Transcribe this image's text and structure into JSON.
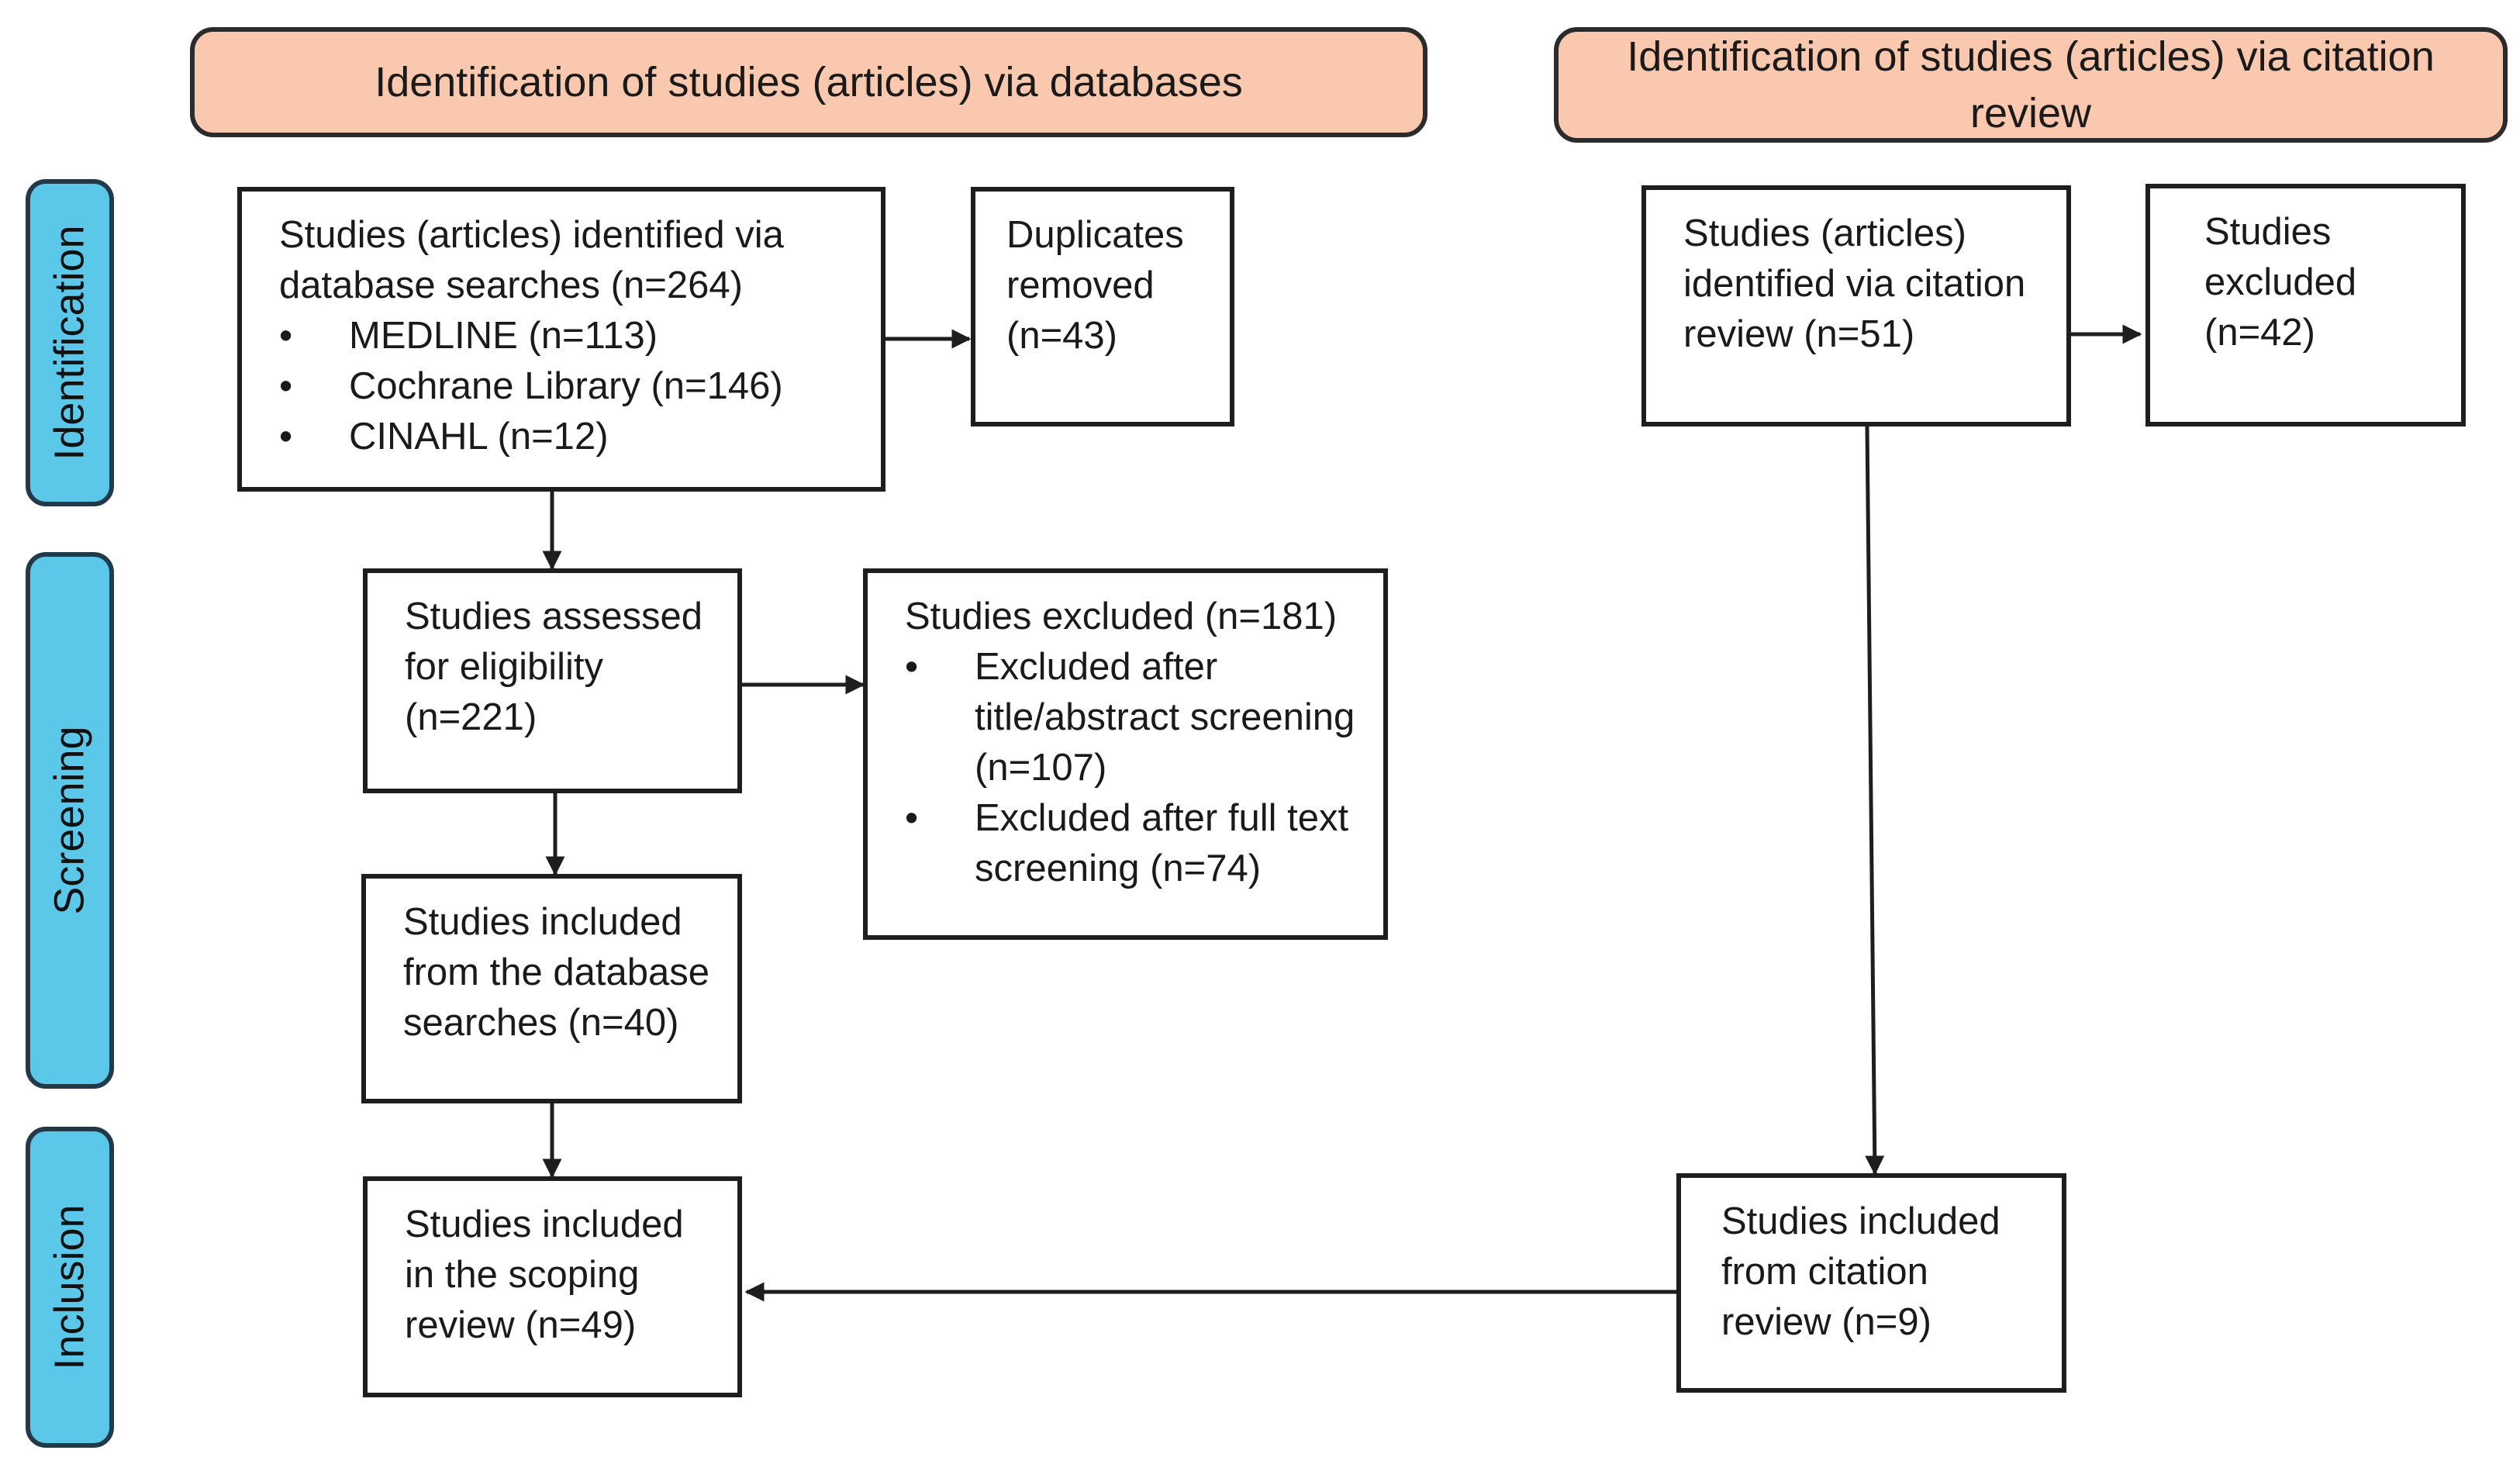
{
  "headers": {
    "databases": "Identification of studies (articles) via databases",
    "citation": "Identification of studies (articles) via citation review"
  },
  "stages": {
    "identification": "Identification",
    "screening": "Screening",
    "inclusion": "Inclusion"
  },
  "boxes": {
    "db_identified": {
      "title": "Studies (articles) identified via database searches (n=264)",
      "items": [
        "MEDLINE (n=113)",
        "Cochrane Library (n=146)",
        "CINAHL (n=12)"
      ]
    },
    "duplicates": {
      "title": "Duplicates removed (n=43)"
    },
    "assessed": {
      "title": "Studies assessed for eligibility (n=221)"
    },
    "excluded": {
      "title": "Studies excluded (n=181)",
      "items": [
        "Excluded after title/abstract screening (n=107)",
        "Excluded after full text screening (n=74)"
      ]
    },
    "db_included": {
      "title": "Studies included from the database searches (n=40)"
    },
    "scoping": {
      "title": "Studies included in the scoping review (n=49)"
    },
    "citation_identified": {
      "title": "Studies (articles) identified via citation review (n=51)"
    },
    "citation_excluded": {
      "title": "Studies excluded (n=42)"
    },
    "citation_included": {
      "title": "Studies included from citation review (n=9)"
    }
  }
}
